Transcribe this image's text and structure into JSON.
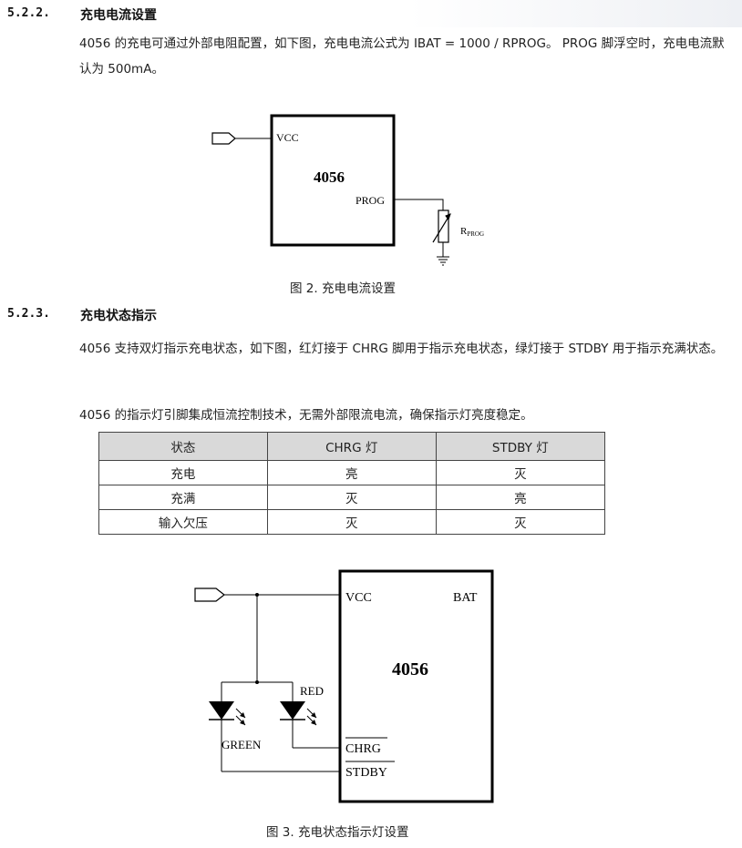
{
  "section_522": {
    "number": "5.2.2.",
    "title": "充电电流设置",
    "paragraph": "4056 的充电可通过外部电阻配置，如下图，充电电流公式为 IBAT = 1000 / RPROG。 PROG 脚浮空时，充电电流默认为 500mA。",
    "figure2": {
      "chip_name": "4056",
      "pin_vcc": "VCC",
      "pin_prog": "PROG",
      "resistor_label_main": "R",
      "resistor_label_sub": "PROG"
    },
    "figure2_caption": "图 2. 充电电流设置"
  },
  "section_523": {
    "number": "5.2.3.",
    "title": "充电状态指示",
    "paragraph1": "4056 支持双灯指示充电状态，如下图，红灯接于 CHRG 脚用于指示充电状态，绿灯接于 STDBY 用于指示充满状态。",
    "paragraph2": "4056 的指示灯引脚集成恒流控制技术，无需外部限流电流，确保指示灯亮度稳定。",
    "table": {
      "headers": [
        "状态",
        "CHRG 灯",
        "STDBY 灯"
      ],
      "rows": [
        [
          "充电",
          "亮",
          "灭"
        ],
        [
          "充满",
          "灭",
          "亮"
        ],
        [
          "输入欠压",
          "灭",
          "灭"
        ]
      ]
    },
    "figure3": {
      "chip_name": "4056",
      "pin_vcc": "VCC",
      "pin_bat": "BAT",
      "pin_chrg": "CHRG",
      "pin_stdby": "STDBY",
      "led_red": "RED",
      "led_green": "GREEN"
    },
    "figure3_caption": "图 3. 充电状态指示灯设置"
  }
}
